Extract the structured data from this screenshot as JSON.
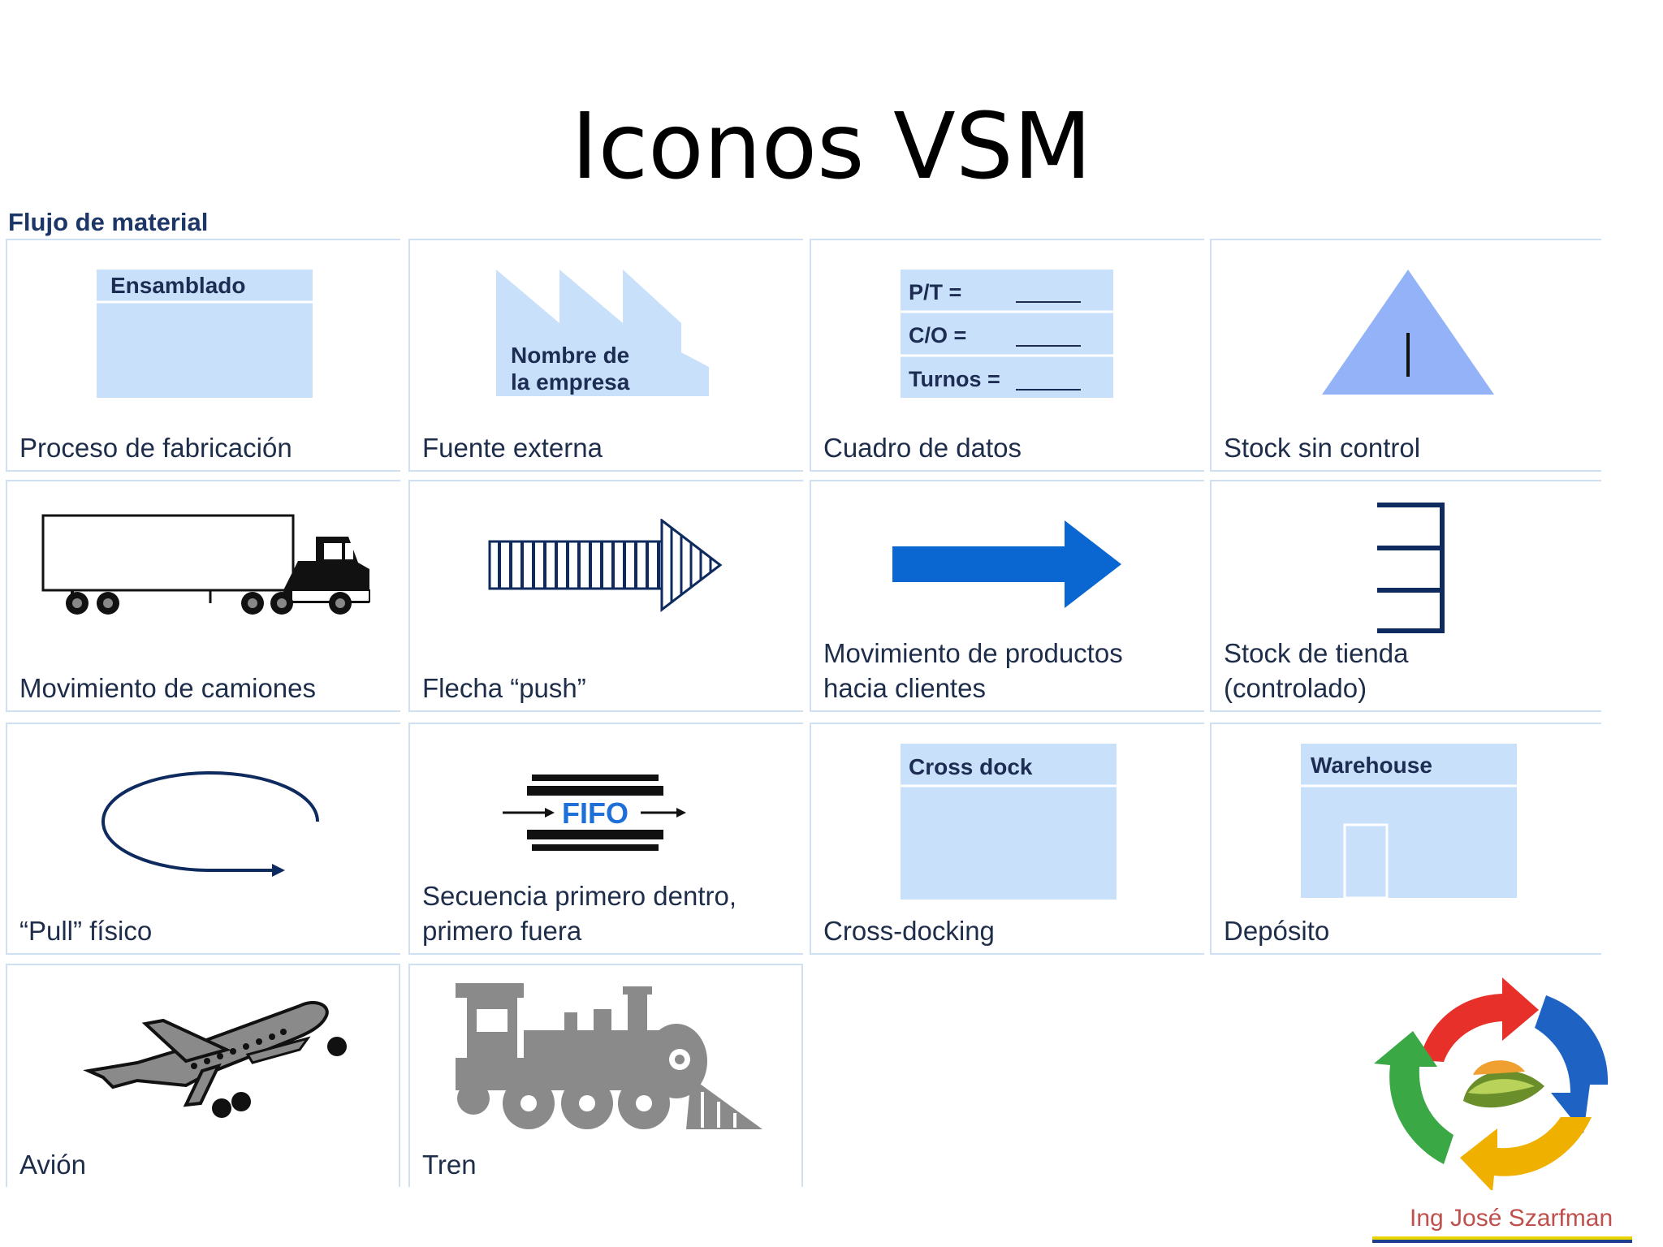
{
  "title": "Iconos VSM",
  "section": "Flujo de material",
  "cells": [
    {
      "caption": "Proceso de fabricación",
      "icon": "process-box",
      "label": "Ensamblado"
    },
    {
      "caption": "Fuente externa",
      "icon": "factory",
      "label": "Nombre de\nla empresa"
    },
    {
      "caption": "Cuadro de datos",
      "icon": "data-box",
      "rows": [
        "P/T =",
        "C/O =",
        "Turnos ="
      ]
    },
    {
      "caption": "Stock sin control",
      "icon": "inventory-triangle"
    },
    {
      "caption": "Movimiento de camiones",
      "icon": "truck"
    },
    {
      "caption": "Flecha “push”",
      "icon": "push-arrow"
    },
    {
      "caption": "Movimiento de productos\nhacia clientes",
      "icon": "shipment-arrow"
    },
    {
      "caption": "Stock de tienda\n(controlado)",
      "icon": "supermarket"
    },
    {
      "caption": "“Pull” físico",
      "icon": "pull-circle"
    },
    {
      "caption": "Secuencia primero dentro,\nprimero fuera",
      "icon": "fifo-lane",
      "label": "FIFO"
    },
    {
      "caption": "Cross-docking",
      "icon": "cross-dock-box",
      "label": "Cross dock"
    },
    {
      "caption": "Depósito",
      "icon": "warehouse-box",
      "label": "Warehouse"
    },
    {
      "caption": "Avión",
      "icon": "airplane"
    },
    {
      "caption": "Tren",
      "icon": "train"
    }
  ],
  "footer": {
    "author": "Ing José Szarfman"
  },
  "colors": {
    "heading": "#1c3767",
    "icon_fill": "#c9e0fb",
    "triangle": "#93b2f8",
    "navy": "#0e2a5e",
    "blue_arrow": "#0a66d0",
    "grey": "#8a8a8a",
    "cell_border": "#cfe0f3"
  }
}
